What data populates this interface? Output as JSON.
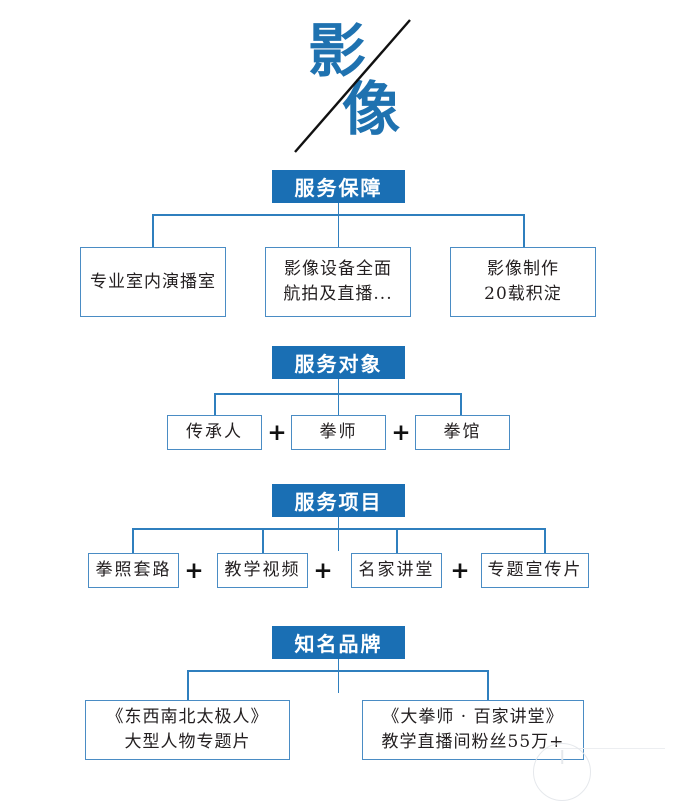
{
  "title": {
    "char_top": "影",
    "char_bottom": "像",
    "accent_color": "#1f72b0",
    "slash_color": "#111111"
  },
  "theme": {
    "header_fill": "#1a6fb4",
    "header_text": "#ffffff",
    "box_border": "#4a8cc4",
    "box_text": "#231f20",
    "connector": "#2f7fbe"
  },
  "sections": [
    {
      "header": "服务保障",
      "separator": "",
      "items": [
        {
          "text": "专业室内演播室"
        },
        {
          "text": "影像设备全面\n航拍及直播..."
        },
        {
          "text": "影像制作\n20载积淀"
        }
      ]
    },
    {
      "header": "服务对象",
      "separator": "+",
      "items": [
        {
          "text": "传承人"
        },
        {
          "text": "拳师"
        },
        {
          "text": "拳馆"
        }
      ]
    },
    {
      "header": "服务项目",
      "separator": "+",
      "items": [
        {
          "text": "拳照套路"
        },
        {
          "text": "教学视频"
        },
        {
          "text": "名家讲堂"
        },
        {
          "text": "专题宣传片"
        }
      ]
    },
    {
      "header": "知名品牌",
      "separator": "",
      "items": [
        {
          "text": "《东西南北太极人》\n大型人物专题片"
        },
        {
          "text": "《大拳师 · 百家讲堂》\n教学直播间粉丝55万+"
        }
      ]
    }
  ]
}
